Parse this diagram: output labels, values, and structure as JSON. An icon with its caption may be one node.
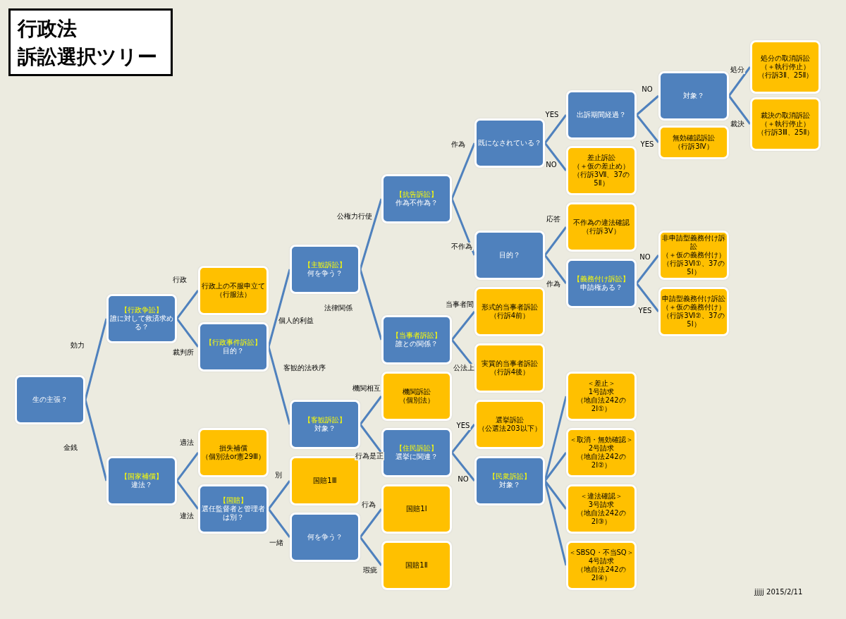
{
  "diagram": {
    "title": "行政法訴訟選択ツリー",
    "nodes": [
      {
        "text": [
          "生の主張？"
        ]
      },
      {
        "text": [
          "【行政争訟】",
          "誰に対して救済求める？"
        ]
      },
      {
        "text": [
          "【国家補償】",
          "違法？"
        ]
      },
      {
        "text": [
          "行政上の不服申立て",
          "（行服法）"
        ]
      },
      {
        "text": [
          "【行政事件訴訟】",
          "目的？"
        ]
      },
      {
        "text": [
          "損失補償",
          "（個別法or憲29Ⅲ）"
        ]
      },
      {
        "text": [
          "【国賠】",
          "選任監督者と管理者は別？"
        ]
      },
      {
        "text": [
          "【主観訴訟】",
          "何を争う？"
        ]
      },
      {
        "text": [
          "【客観訴訟】",
          "対象？"
        ]
      },
      {
        "text": [
          "国賠1Ⅲ"
        ]
      },
      {
        "text": [
          "何を争う？"
        ]
      },
      {
        "text": [
          "【抗告訴訟】",
          "作為不作為？"
        ]
      },
      {
        "text": [
          "【当事者訴訟】",
          "誰との関係？"
        ]
      },
      {
        "text": [
          "機関訴訟",
          "（個別法）"
        ]
      },
      {
        "text": [
          "【住民訴訟】",
          "選挙に関連？"
        ]
      },
      {
        "text": [
          "国賠1Ⅰ"
        ]
      },
      {
        "text": [
          "国賠1Ⅱ"
        ]
      },
      {
        "text": [
          "既になされている？"
        ]
      },
      {
        "text": [
          "目的？"
        ]
      },
      {
        "text": [
          "形式的当事者訴訟",
          "（行訴4前）"
        ]
      },
      {
        "text": [
          "実質的当事者訴訟",
          "（行訴4後）"
        ]
      },
      {
        "text": [
          "選挙訴訟",
          "（公選法203以下）"
        ]
      },
      {
        "text": [
          "【民衆訴訟】",
          "対象？"
        ]
      },
      {
        "text": [
          "出訴期間経過？"
        ]
      },
      {
        "text": [
          "差止訴訟",
          "（＋仮の差止め）",
          "（行訴3Ⅶ、37の5Ⅱ）"
        ]
      },
      {
        "text": [
          "不作為の違法確認",
          "（行訴3Ⅴ）"
        ]
      },
      {
        "text": [
          "【義務付け訴訟】",
          "申請権ある？"
        ]
      },
      {
        "text": [
          "＜差止＞",
          "1号請求",
          "（地自法242の2Ⅰ①）"
        ]
      },
      {
        "text": [
          "＜取消・無効確認＞",
          "2号請求",
          "（地自法242の2Ⅰ②）"
        ]
      },
      {
        "text": [
          "＜違法確認＞",
          "3号請求",
          "（地自法242の2Ⅰ③）"
        ]
      },
      {
        "text": [
          "＜SBSQ・不当SQ＞",
          "4号請求",
          "（地自法242の2Ⅰ④）"
        ]
      },
      {
        "text": [
          "対象？"
        ]
      },
      {
        "text": [
          "無効確認訴訟",
          "（行訴3Ⅳ）"
        ]
      },
      {
        "text": [
          "非申請型義務付け訴訟",
          "（＋仮の義務付け）",
          "（行訴3Ⅵ①、37の5Ⅰ）"
        ]
      },
      {
        "text": [
          "申請型義務付け訴訟",
          "（＋仮の義務付け）",
          "（行訴3Ⅵ②、37の5Ⅰ）"
        ]
      },
      {
        "text": [
          "処分の取消訴訟",
          "（＋執行停止）",
          "（行訴3Ⅱ、25Ⅱ）"
        ]
      },
      {
        "text": [
          "裁決の取消訴訟",
          "（＋執行停止）",
          "（行訴3Ⅲ、25Ⅱ）"
        ]
      }
    ],
    "edges": [
      {
        "from": 0,
        "to": 1,
        "arrow": "none",
        "label": "効力"
      },
      {
        "from": 0,
        "to": 2,
        "arrow": "none",
        "label": "金銭"
      },
      {
        "from": 1,
        "to": 3,
        "arrow": "none",
        "label": "行政"
      },
      {
        "from": 1,
        "to": 4,
        "arrow": "none",
        "label": "裁判所"
      },
      {
        "from": 2,
        "to": 5,
        "arrow": "none",
        "label": "適法"
      },
      {
        "from": 2,
        "to": 6,
        "arrow": "none",
        "label": "違法"
      },
      {
        "from": 4,
        "to": 7,
        "arrow": "none",
        "label": "個人的利益"
      },
      {
        "from": 4,
        "to": 8,
        "arrow": "none",
        "label": "客観的法秩序"
      },
      {
        "from": 6,
        "to": 9,
        "arrow": "none",
        "label": "別"
      },
      {
        "from": 6,
        "to": 10,
        "arrow": "none",
        "label": "一緒"
      },
      {
        "from": 7,
        "to": 11,
        "arrow": "none",
        "label": "公権力行使"
      },
      {
        "from": 7,
        "to": 12,
        "arrow": "none",
        "label": "法律関係"
      },
      {
        "from": 8,
        "to": 13,
        "arrow": "none",
        "label": "機関相互"
      },
      {
        "from": 8,
        "to": 14,
        "arrow": "none",
        "label": "行為是正"
      },
      {
        "from": 10,
        "to": 15,
        "arrow": "none",
        "label": "行為"
      },
      {
        "from": 10,
        "to": 16,
        "arrow": "none",
        "label": "瑕疵"
      },
      {
        "from": 11,
        "to": 17,
        "arrow": "none",
        "label": "作為"
      },
      {
        "from": 11,
        "to": 18,
        "arrow": "none",
        "label": "不作為"
      },
      {
        "from": 12,
        "to": 19,
        "arrow": "none",
        "label": "当事者間"
      },
      {
        "from": 12,
        "to": 20,
        "arrow": "none",
        "label": "公法上"
      },
      {
        "from": 14,
        "to": 21,
        "arrow": "none",
        "label": "YES"
      },
      {
        "from": 14,
        "to": 22,
        "arrow": "none",
        "label": "NO"
      },
      {
        "from": 17,
        "to": 23,
        "arrow": "none",
        "label": "YES"
      },
      {
        "from": 17,
        "to": 24,
        "arrow": "none",
        "label": "NO"
      },
      {
        "from": 18,
        "to": 25,
        "arrow": "none",
        "label": "応答"
      },
      {
        "from": 18,
        "to": 26,
        "arrow": "none",
        "label": "作為"
      },
      {
        "from": 22,
        "to": 27,
        "arrow": "none"
      },
      {
        "from": 22,
        "to": 28,
        "arrow": "none"
      },
      {
        "from": 22,
        "to": 29,
        "arrow": "none"
      },
      {
        "from": 22,
        "to": 30,
        "arrow": "none"
      },
      {
        "from": 23,
        "to": 31,
        "arrow": "none",
        "label": "NO"
      },
      {
        "from": 23,
        "to": 32,
        "arrow": "none",
        "label": "YES"
      },
      {
        "from": 26,
        "to": 33,
        "arrow": "none",
        "label": "NO"
      },
      {
        "from": 26,
        "to": 34,
        "arrow": "none",
        "label": "YES"
      },
      {
        "from": 31,
        "to": 35,
        "arrow": "none",
        "label": "処分"
      },
      {
        "from": 31,
        "to": 36,
        "arrow": "none",
        "label": "裁決"
      }
    ],
    "labels": [
      "jjjjj 2015/2/11"
    ]
  }
}
